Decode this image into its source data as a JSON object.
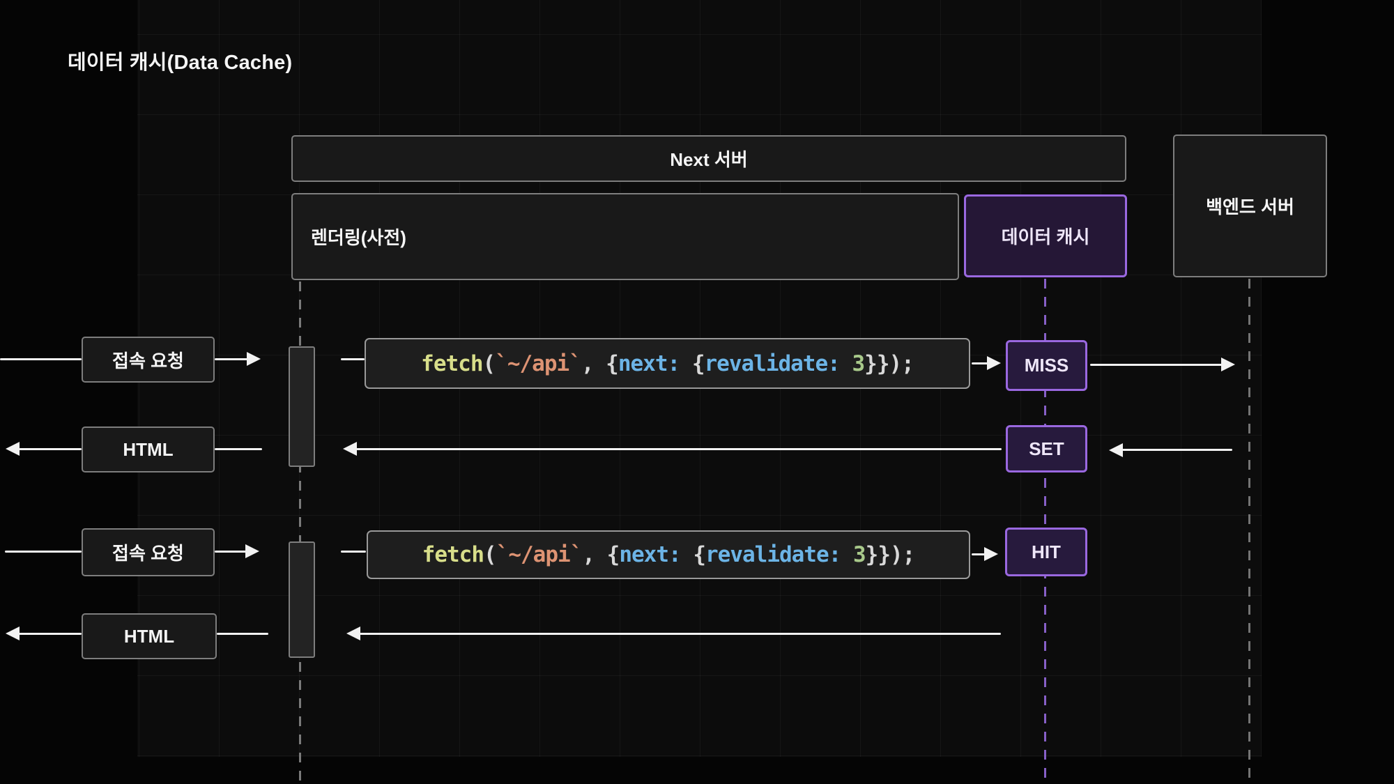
{
  "title": "데이터 캐시(Data Cache)",
  "participants": {
    "next_server": "Next 서버",
    "rendering": "렌더링(사전)",
    "data_cache": "데이터 캐시",
    "backend": "백엔드 서버"
  },
  "flows": [
    {
      "label": "접속 요청",
      "badge": "MISS"
    },
    {
      "label": "HTML",
      "badge": "SET"
    },
    {
      "label": "접속 요청",
      "badge": "HIT"
    },
    {
      "label": "HTML",
      "badge": ""
    }
  ],
  "code": {
    "full_text": "fetch(`~/api`, {next: {revalidate: 3}});",
    "tokens": [
      {
        "text": "fetch",
        "type": "function"
      },
      {
        "text": "(",
        "type": "punct"
      },
      {
        "text": "`~/api`",
        "type": "string"
      },
      {
        "text": ", ",
        "type": "punct"
      },
      {
        "text": "{",
        "type": "punct"
      },
      {
        "text": "next:",
        "type": "property"
      },
      {
        "text": " ",
        "type": "punct"
      },
      {
        "text": "{",
        "type": "punct"
      },
      {
        "text": "revalidate:",
        "type": "property"
      },
      {
        "text": " ",
        "type": "punct"
      },
      {
        "text": "3",
        "type": "number"
      },
      {
        "text": "}});",
        "type": "punct"
      }
    ]
  },
  "colors": {
    "accent_purple": "#9a68e0",
    "purple_fill": "#271a3d",
    "gray_border": "#7e7e7e",
    "box_fill": "#191919",
    "arrow_white": "#f2f2f2",
    "code_function": "#d8de8a",
    "code_string": "#dd9373",
    "code_property": "#6cb4e6",
    "code_number": "#a8c98a",
    "canvas_bg": "#0c0c0c",
    "outer_bg": "#050505"
  }
}
